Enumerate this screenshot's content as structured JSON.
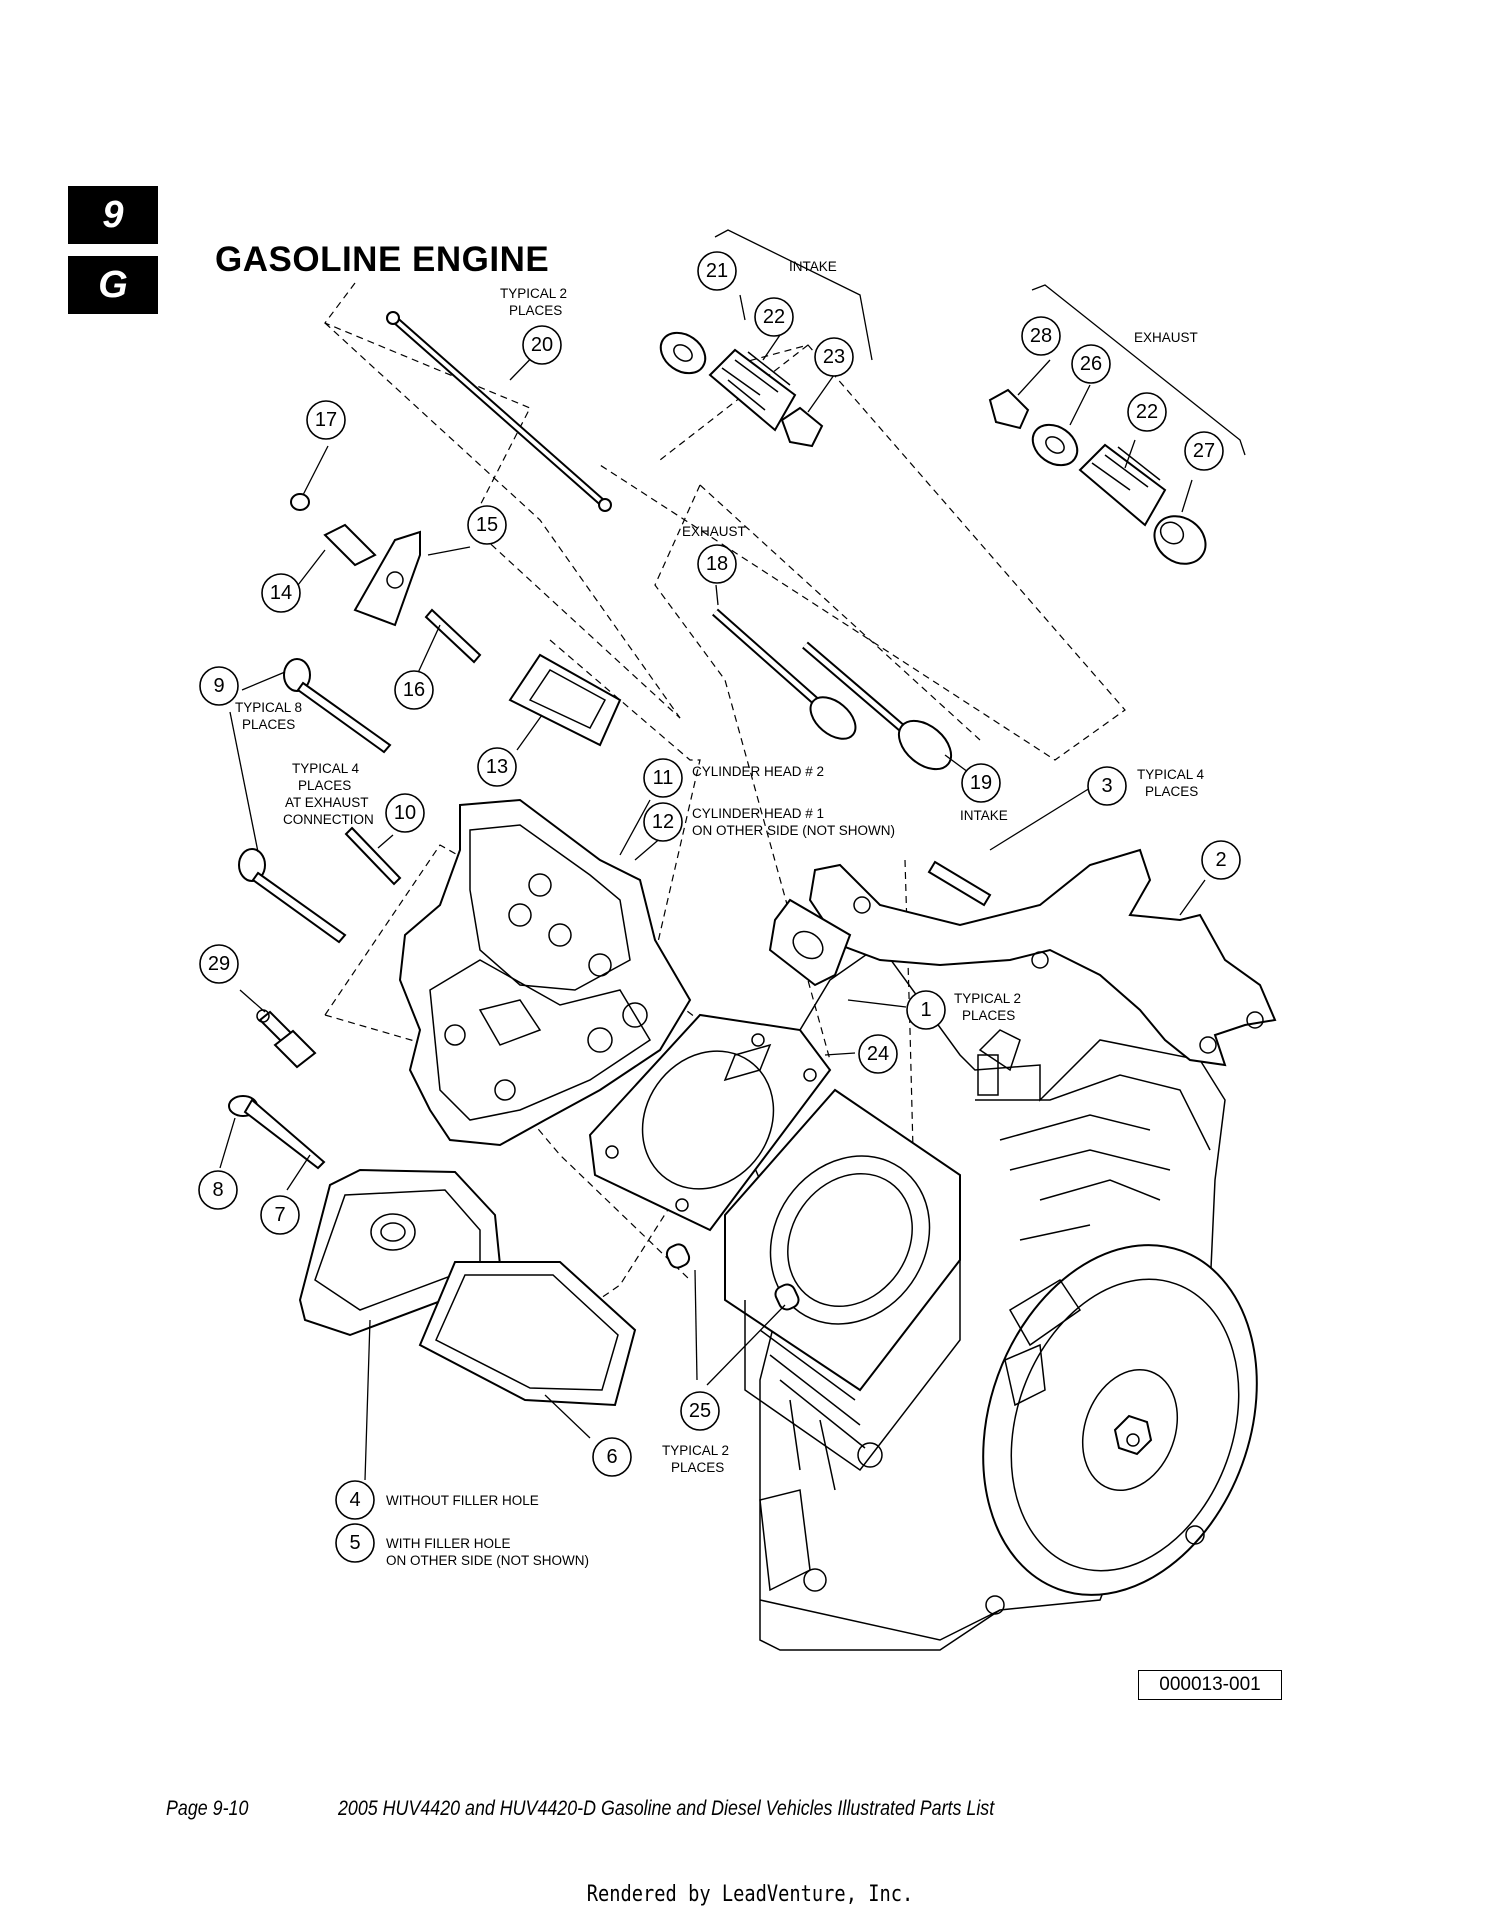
{
  "section_tab": {
    "number": "9",
    "letter": "G"
  },
  "title": "GASOLINE ENGINE",
  "callouts": {
    "c1": "1",
    "c2": "2",
    "c3": "3",
    "c4": "4",
    "c5": "5",
    "c6": "6",
    "c7": "7",
    "c8": "8",
    "c9": "9",
    "c10": "10",
    "c11": "11",
    "c12": "12",
    "c13": "13",
    "c14": "14",
    "c15": "15",
    "c16": "16",
    "c17": "17",
    "c18": "18",
    "c19": "19",
    "c20": "20",
    "c21": "21",
    "c22a": "22",
    "c22b": "22",
    "c23": "23",
    "c24": "24",
    "c25": "25",
    "c26": "26",
    "c27": "27",
    "c28": "28",
    "c29": "29"
  },
  "notes": {
    "typical2_places_a_1": "TYPICAL 2",
    "typical2_places_a_2": "PLACES",
    "intake_top": "INTAKE",
    "exhaust_top": "EXHAUST",
    "exhaust_mid": "EXHAUST",
    "typical8_1": "TYPICAL 8",
    "typical8_2": "PLACES",
    "typical4_exh_1": "TYPICAL 4",
    "typical4_exh_2": "PLACES",
    "typical4_exh_3": "AT EXHAUST",
    "typical4_exh_4": "CONNECTION",
    "cyl_head2": "CYLINDER HEAD # 2",
    "cyl_head1_1": "CYLINDER HEAD # 1",
    "cyl_head1_2": "ON OTHER SIDE (NOT SHOWN)",
    "intake_mid": "INTAKE",
    "typical4_3_1": "TYPICAL 4",
    "typical4_3_2": "PLACES",
    "typical2_1_1": "TYPICAL 2",
    "typical2_1_2": "PLACES",
    "typical2_25_1": "TYPICAL 2",
    "typical2_25_2": "PLACES",
    "without_filler": "WITHOUT FILLER HOLE",
    "with_filler_1": "WITH FILLER HOLE",
    "with_filler_2": "ON OTHER SIDE (NOT SHOWN)"
  },
  "figure_id": "000013-001",
  "footer": {
    "page": "Page 9-10",
    "doc_title": "2005 HUV4420 and HUV4420-D Gasoline and Diesel Vehicles Illustrated Parts List"
  },
  "rendered_by": "Rendered by LeadVenture, Inc."
}
